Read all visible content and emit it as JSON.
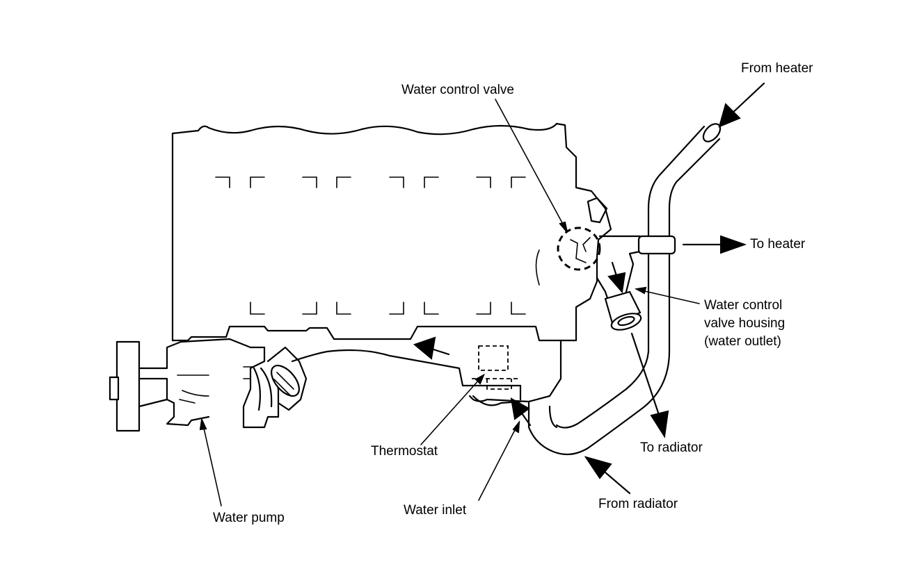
{
  "labels": {
    "from_heater": "From heater",
    "water_control_valve": "Water control valve",
    "to_heater": "To heater",
    "valve_housing": "Water control\nvalve housing\n(water outlet)",
    "to_radiator": "To radiator",
    "from_radiator": "From radiator",
    "thermostat": "Thermostat",
    "water_inlet": "Water inlet",
    "water_pump": "Water pump"
  },
  "colors": {
    "ink": "#000000",
    "background": "#ffffff"
  }
}
